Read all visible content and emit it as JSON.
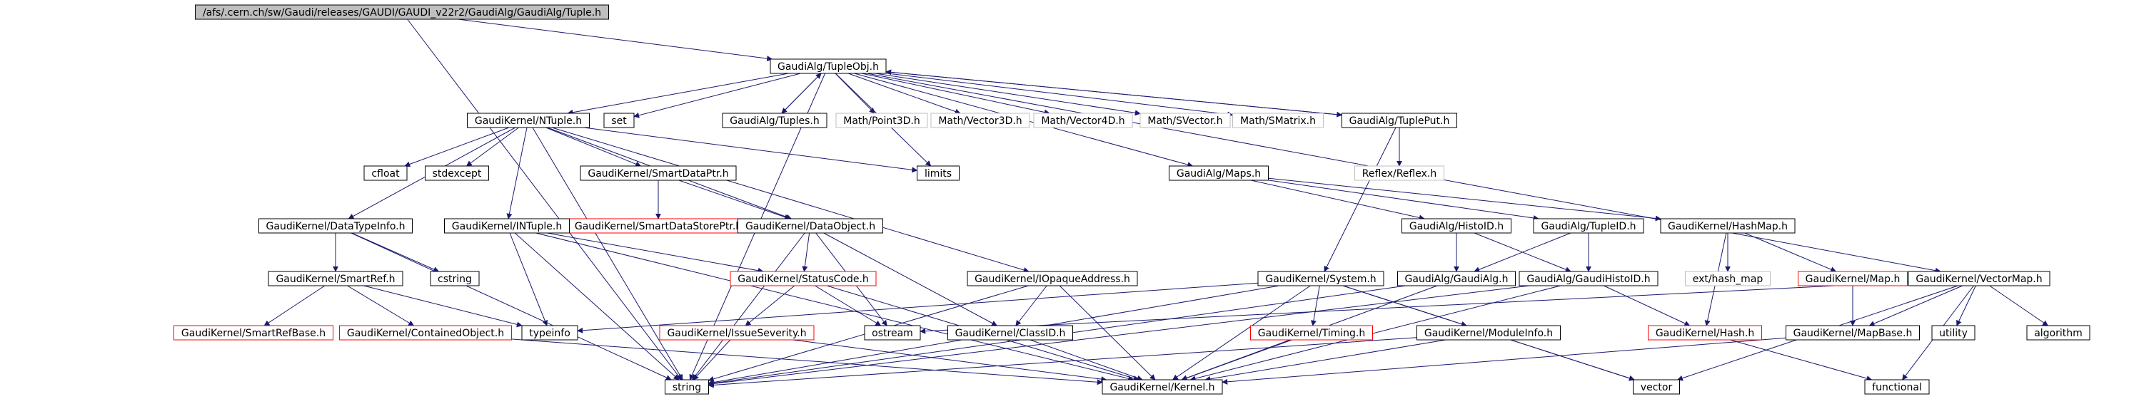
{
  "diagram": {
    "style": {
      "edge_color": "#191970",
      "node_border_black": "#000000",
      "node_border_red": "#ff0000",
      "node_border_gray": "#bfbfbf",
      "root_fill": "#bfbfbf",
      "text_color": "#000000"
    },
    "nodes": [
      {
        "id": "root",
        "label": "/afs/.cern.ch/sw/Gaudi/releases/GAUDI/GAUDI_v22r2/GaudiAlg/GaudiAlg/Tuple.h",
        "kind": "root"
      },
      {
        "id": "tupleobj",
        "label": "GaudiAlg/TupleObj.h",
        "kind": "normal"
      },
      {
        "id": "ntuple",
        "label": "GaudiKernel/NTuple.h",
        "kind": "normal"
      },
      {
        "id": "set",
        "label": "set",
        "kind": "normal"
      },
      {
        "id": "tuples",
        "label": "GaudiAlg/Tuples.h",
        "kind": "normal"
      },
      {
        "id": "point3d",
        "label": "Math/Point3D.h",
        "kind": "gray"
      },
      {
        "id": "vector3d",
        "label": "Math/Vector3D.h",
        "kind": "gray"
      },
      {
        "id": "vector4d",
        "label": "Math/Vector4D.h",
        "kind": "gray"
      },
      {
        "id": "svector",
        "label": "Math/SVector.h",
        "kind": "gray"
      },
      {
        "id": "smatrix",
        "label": "Math/SMatrix.h",
        "kind": "gray"
      },
      {
        "id": "tupleput",
        "label": "GaudiAlg/TuplePut.h",
        "kind": "normal"
      },
      {
        "id": "reflex",
        "label": "Reflex/Reflex.h",
        "kind": "gray"
      },
      {
        "id": "cfloat",
        "label": "cfloat",
        "kind": "normal"
      },
      {
        "id": "stdexcept",
        "label": "stdexcept",
        "kind": "normal"
      },
      {
        "id": "smartdataptr",
        "label": "GaudiKernel/SmartDataPtr.h",
        "kind": "normal"
      },
      {
        "id": "limits",
        "label": "limits",
        "kind": "normal"
      },
      {
        "id": "maps",
        "label": "GaudiAlg/Maps.h",
        "kind": "normal"
      },
      {
        "id": "smartdatastoreptr",
        "label": "GaudiKernel/SmartDataStorePtr.h",
        "kind": "red"
      },
      {
        "id": "datatypeinfo",
        "label": "GaudiKernel/DataTypeInfo.h",
        "kind": "normal"
      },
      {
        "id": "intuple",
        "label": "GaudiKernel/INTuple.h",
        "kind": "normal"
      },
      {
        "id": "dataobject",
        "label": "GaudiKernel/DataObject.h",
        "kind": "normal"
      },
      {
        "id": "histoid",
        "label": "GaudiAlg/HistoID.h",
        "kind": "normal"
      },
      {
        "id": "tupleid",
        "label": "GaudiAlg/TupleID.h",
        "kind": "normal"
      },
      {
        "id": "hashmap",
        "label": "GaudiKernel/HashMap.h",
        "kind": "normal"
      },
      {
        "id": "cstring",
        "label": "cstring",
        "kind": "normal"
      },
      {
        "id": "smartref",
        "label": "GaudiKernel/SmartRef.h",
        "kind": "normal"
      },
      {
        "id": "statuscode",
        "label": "GaudiKernel/StatusCode.h",
        "kind": "red"
      },
      {
        "id": "iopaque",
        "label": "GaudiKernel/IOpaqueAddress.h",
        "kind": "normal"
      },
      {
        "id": "system",
        "label": "GaudiKernel/System.h",
        "kind": "normal"
      },
      {
        "id": "gaudialg",
        "label": "GaudiAlg/GaudiAlg.h",
        "kind": "normal"
      },
      {
        "id": "gaudihistoid",
        "label": "GaudiAlg/GaudiHistoID.h",
        "kind": "normal"
      },
      {
        "id": "exthashmap",
        "label": "ext/hash_map",
        "kind": "gray"
      },
      {
        "id": "map",
        "label": "GaudiKernel/Map.h",
        "kind": "red"
      },
      {
        "id": "vectormap",
        "label": "GaudiKernel/VectorMap.h",
        "kind": "normal"
      },
      {
        "id": "smartrefbase",
        "label": "GaudiKernel/SmartRefBase.h",
        "kind": "red"
      },
      {
        "id": "containedobject",
        "label": "GaudiKernel/ContainedObject.h",
        "kind": "red"
      },
      {
        "id": "typeinfo",
        "label": "typeinfo",
        "kind": "normal"
      },
      {
        "id": "issueseverity",
        "label": "GaudiKernel/IssueSeverity.h",
        "kind": "red"
      },
      {
        "id": "ostream",
        "label": "ostream",
        "kind": "normal"
      },
      {
        "id": "classid",
        "label": "GaudiKernel/ClassID.h",
        "kind": "normal"
      },
      {
        "id": "timing",
        "label": "GaudiKernel/Timing.h",
        "kind": "red"
      },
      {
        "id": "moduleinfo",
        "label": "GaudiKernel/ModuleInfo.h",
        "kind": "normal"
      },
      {
        "id": "hash",
        "label": "GaudiKernel/Hash.h",
        "kind": "red"
      },
      {
        "id": "mapbase",
        "label": "GaudiKernel/MapBase.h",
        "kind": "normal"
      },
      {
        "id": "utility",
        "label": "utility",
        "kind": "normal"
      },
      {
        "id": "algorithm",
        "label": "algorithm",
        "kind": "normal"
      },
      {
        "id": "string",
        "label": "string",
        "kind": "normal"
      },
      {
        "id": "kernel",
        "label": "GaudiKernel/Kernel.h",
        "kind": "normal"
      },
      {
        "id": "vector",
        "label": "vector",
        "kind": "normal"
      },
      {
        "id": "functional",
        "label": "functional",
        "kind": "normal"
      }
    ],
    "edges": [
      [
        "root",
        "tupleobj"
      ],
      [
        "root",
        "string"
      ],
      [
        "tupleobj",
        "ntuple"
      ],
      [
        "tupleobj",
        "set"
      ],
      [
        "tupleobj",
        "tuples"
      ],
      [
        "tupleobj",
        "point3d"
      ],
      [
        "tupleobj",
        "vector3d"
      ],
      [
        "tupleobj",
        "vector4d"
      ],
      [
        "tupleobj",
        "svector"
      ],
      [
        "tupleobj",
        "smatrix"
      ],
      [
        "tupleobj",
        "tupleput"
      ],
      [
        "tupleobj",
        "limits"
      ],
      [
        "tupleobj",
        "maps"
      ],
      [
        "tupleobj",
        "vectormap"
      ],
      [
        "tupleobj",
        "string"
      ],
      [
        "tuples",
        "tupleobj"
      ],
      [
        "tupleput",
        "tupleobj"
      ],
      [
        "tupleput",
        "reflex"
      ],
      [
        "tupleput",
        "system"
      ],
      [
        "ntuple",
        "cfloat"
      ],
      [
        "ntuple",
        "stdexcept"
      ],
      [
        "ntuple",
        "smartdataptr"
      ],
      [
        "ntuple",
        "limits"
      ],
      [
        "ntuple",
        "datatypeinfo"
      ],
      [
        "ntuple",
        "intuple"
      ],
      [
        "ntuple",
        "dataobject"
      ],
      [
        "ntuple",
        "iopaque"
      ],
      [
        "ntuple",
        "string"
      ],
      [
        "smartdataptr",
        "smartdatastoreptr"
      ],
      [
        "smartdataptr",
        "dataobject"
      ],
      [
        "maps",
        "histoid"
      ],
      [
        "maps",
        "tupleid"
      ],
      [
        "maps",
        "hashmap"
      ],
      [
        "datatypeinfo",
        "cstring"
      ],
      [
        "datatypeinfo",
        "smartref"
      ],
      [
        "datatypeinfo",
        "string"
      ],
      [
        "intuple",
        "statuscode"
      ],
      [
        "intuple",
        "typeinfo"
      ],
      [
        "intuple",
        "kernel"
      ],
      [
        "intuple",
        "string"
      ],
      [
        "dataobject",
        "statuscode"
      ],
      [
        "dataobject",
        "classid"
      ],
      [
        "dataobject",
        "ostream"
      ],
      [
        "dataobject",
        "string"
      ],
      [
        "histoid",
        "gaudialg"
      ],
      [
        "histoid",
        "gaudihistoid"
      ],
      [
        "tupleid",
        "gaudialg"
      ],
      [
        "tupleid",
        "gaudihistoid"
      ],
      [
        "hashmap",
        "exthashmap"
      ],
      [
        "hashmap",
        "map"
      ],
      [
        "hashmap",
        "hash"
      ],
      [
        "smartref",
        "smartrefbase"
      ],
      [
        "smartref",
        "containedobject"
      ],
      [
        "smartref",
        "typeinfo"
      ],
      [
        "statuscode",
        "issueseverity"
      ],
      [
        "statuscode",
        "ostream"
      ],
      [
        "statuscode",
        "kernel"
      ],
      [
        "iopaque",
        "classid"
      ],
      [
        "iopaque",
        "kernel"
      ],
      [
        "iopaque",
        "string"
      ],
      [
        "system",
        "typeinfo"
      ],
      [
        "system",
        "timing"
      ],
      [
        "system",
        "moduleinfo"
      ],
      [
        "system",
        "kernel"
      ],
      [
        "system",
        "string"
      ],
      [
        "system",
        "vector"
      ],
      [
        "gaudialg",
        "kernel"
      ],
      [
        "gaudialg",
        "string"
      ],
      [
        "gaudihistoid",
        "hash"
      ],
      [
        "gaudihistoid",
        "kernel"
      ],
      [
        "gaudihistoid",
        "string"
      ],
      [
        "map",
        "mapbase"
      ],
      [
        "vectormap",
        "ostream"
      ],
      [
        "vectormap",
        "mapbase"
      ],
      [
        "vectormap",
        "utility"
      ],
      [
        "vectormap",
        "algorithm"
      ],
      [
        "vectormap",
        "vector"
      ],
      [
        "vectormap",
        "functional"
      ],
      [
        "containedobject",
        "kernel"
      ],
      [
        "issueseverity",
        "kernel"
      ],
      [
        "issueseverity",
        "string"
      ],
      [
        "classid",
        "kernel"
      ],
      [
        "timing",
        "kernel"
      ],
      [
        "moduleinfo",
        "kernel"
      ],
      [
        "moduleinfo",
        "string"
      ],
      [
        "moduleinfo",
        "vector"
      ],
      [
        "hash",
        "functional"
      ],
      [
        "mapbase",
        "kernel"
      ]
    ]
  }
}
